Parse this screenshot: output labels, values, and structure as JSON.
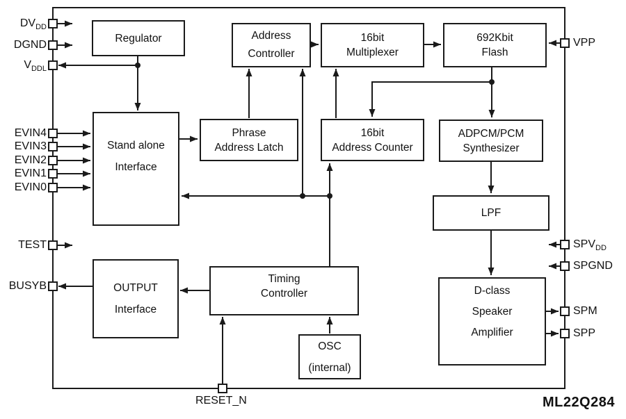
{
  "chip_label": "ML22Q284",
  "blocks": {
    "regulator": "Regulator",
    "address_controller": "Address\nController",
    "multiplexer": "16bit\nMultiplexer",
    "flash": "692Kbit\nFlash",
    "standalone": "Stand alone\nInterface",
    "phrase_latch": "Phrase\nAddress Latch",
    "address_counter": "16bit\nAddress Counter",
    "adpcm": "ADPCM/PCM\nSynthesizer",
    "lpf": "LPF",
    "output_interface": "OUTPUT\nInterface",
    "timing_controller": "Timing\nController",
    "osc": "OSC\n(internal)",
    "dclass": "D-class\nSpeaker\nAmplifier"
  },
  "pins": {
    "left": [
      {
        "base": "DV",
        "sub": "DD"
      },
      {
        "base": "DGND",
        "sub": ""
      },
      {
        "base": "V",
        "sub": "DDL"
      },
      {
        "base": "EVIN4",
        "sub": ""
      },
      {
        "base": "EVIN3",
        "sub": ""
      },
      {
        "base": "EVIN2",
        "sub": ""
      },
      {
        "base": "EVIN1",
        "sub": ""
      },
      {
        "base": "EVIN0",
        "sub": ""
      },
      {
        "base": "TEST",
        "sub": ""
      },
      {
        "base": "BUSYB",
        "sub": ""
      }
    ],
    "right": [
      {
        "base": "VPP",
        "sub": ""
      },
      {
        "base": "SPV",
        "sub": "DD"
      },
      {
        "base": "SPGND",
        "sub": ""
      },
      {
        "base": "SPM",
        "sub": ""
      },
      {
        "base": "SPP",
        "sub": ""
      }
    ],
    "bottom": [
      {
        "base": "RESET_N",
        "sub": ""
      }
    ]
  },
  "colors": {
    "line": "#1a1a1a",
    "background": "#ffffff"
  }
}
